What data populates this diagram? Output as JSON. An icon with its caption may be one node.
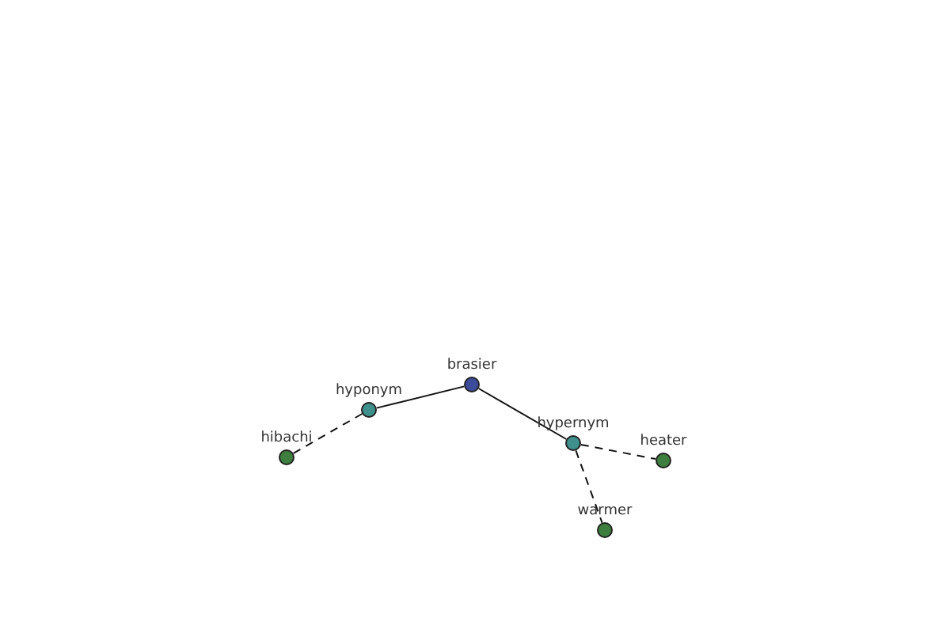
{
  "diagram": {
    "nodes": [
      {
        "text": [
          "brasier"
        ]
      },
      {
        "text": [
          "hyponym"
        ]
      },
      {
        "text": [
          "hibachi"
        ]
      },
      {
        "text": [
          "hypernym"
        ]
      },
      {
        "text": [
          "heater"
        ]
      },
      {
        "text": [
          "warmer"
        ]
      }
    ],
    "edges": [
      {
        "from": 0,
        "to": 1,
        "arrow": "none"
      },
      {
        "from": 1,
        "to": 2,
        "arrow": "none",
        "style": "dashed"
      },
      {
        "from": 0,
        "to": 3,
        "arrow": "none"
      },
      {
        "from": 3,
        "to": 4,
        "arrow": "none",
        "style": "dashed"
      },
      {
        "from": 3,
        "to": 5,
        "arrow": "none",
        "style": "dashed"
      }
    ]
  }
}
